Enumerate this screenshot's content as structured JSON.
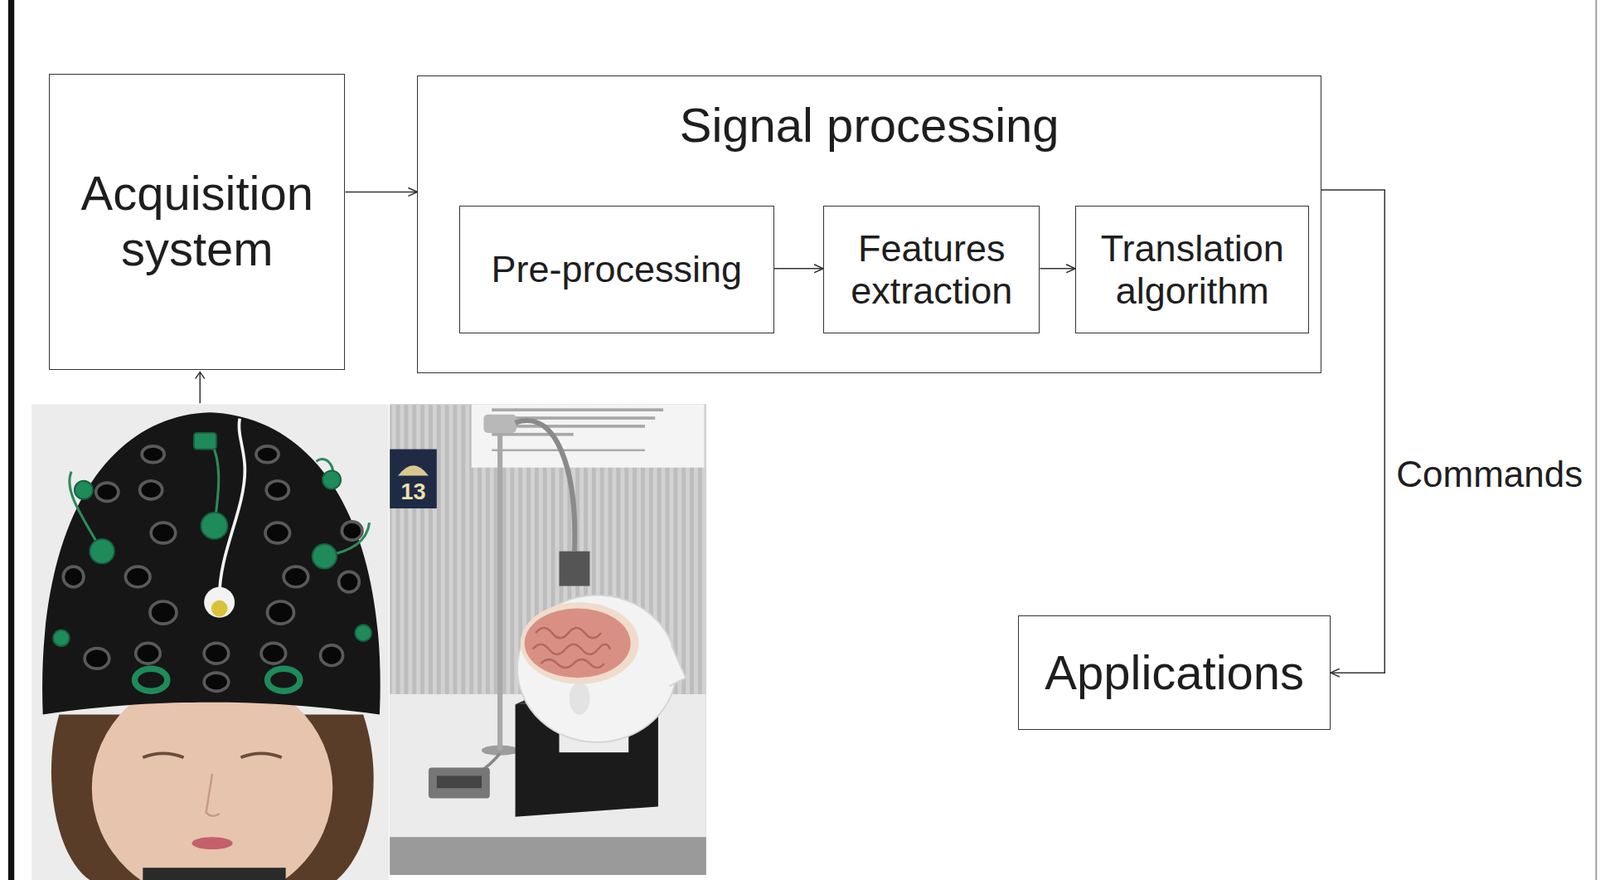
{
  "diagram": {
    "nodes": [
      {
        "text": [
          "Acquisition system"
        ]
      },
      {
        "text": [
          "Signal processing"
        ]
      },
      {
        "text": [
          "Pre-processing"
        ],
        "in": 1
      },
      {
        "text": [
          "Features extraction"
        ],
        "in": 1
      },
      {
        "text": [
          "Translation algorithm"
        ],
        "in": 1
      },
      {
        "text": [
          "Applications"
        ]
      }
    ],
    "edges": [
      {
        "from": 0,
        "to": 1,
        "arrow": "to"
      },
      {
        "from": 2,
        "to": 3,
        "arrow": "to"
      },
      {
        "from": 3,
        "to": 4,
        "arrow": "to"
      },
      {
        "from": 1,
        "to": 5,
        "label": "Commands",
        "arrow": "to"
      }
    ],
    "labels": [
      "13"
    ]
  }
}
